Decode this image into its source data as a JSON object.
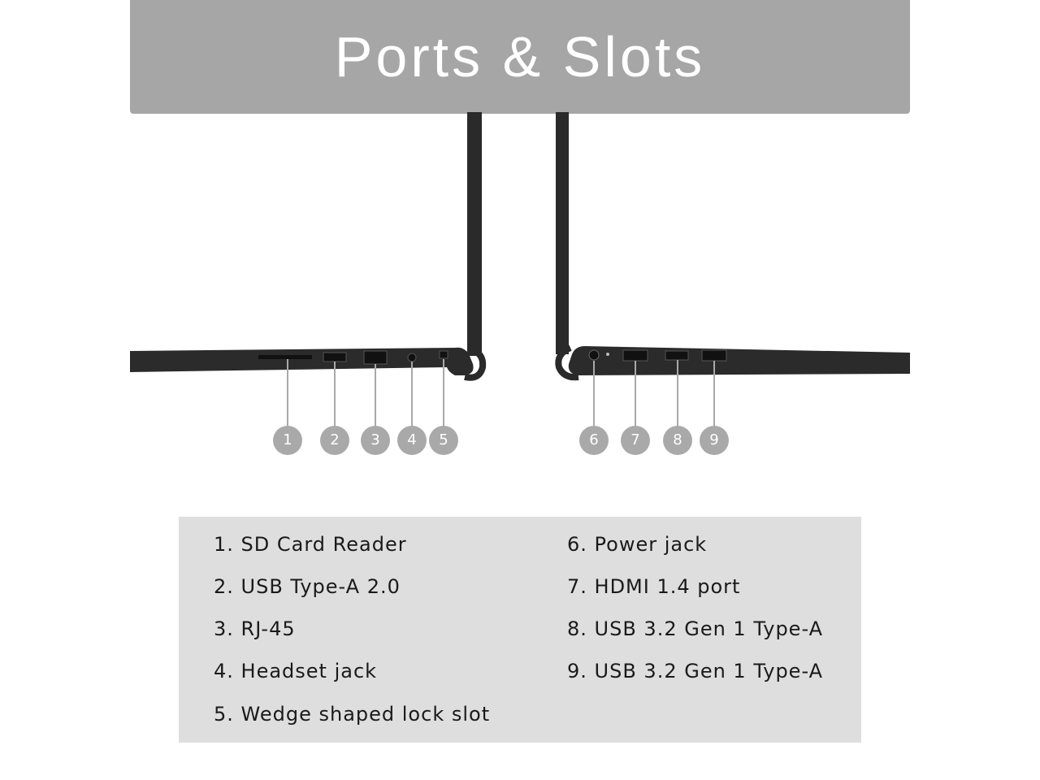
{
  "title": "Ports & Slots",
  "callouts": [
    "1",
    "2",
    "3",
    "4",
    "5",
    "6",
    "7",
    "8",
    "9"
  ],
  "ports": [
    "1. SD Card Reader",
    "2. USB Type-A 2.0",
    "3. RJ-45",
    "4. Headset jack",
    "5. Wedge shaped lock slot",
    "6. Power jack",
    "7. HDMI 1.4 port",
    "8. USB 3.2 Gen 1 Type-A",
    "9. USB 3.2 Gen 1 Type-A"
  ],
  "colors": {
    "banner": "#a6a6a6",
    "legend_bg": "#dedede",
    "badge": "#a9a9a9",
    "laptop": "#2a2a2a"
  }
}
